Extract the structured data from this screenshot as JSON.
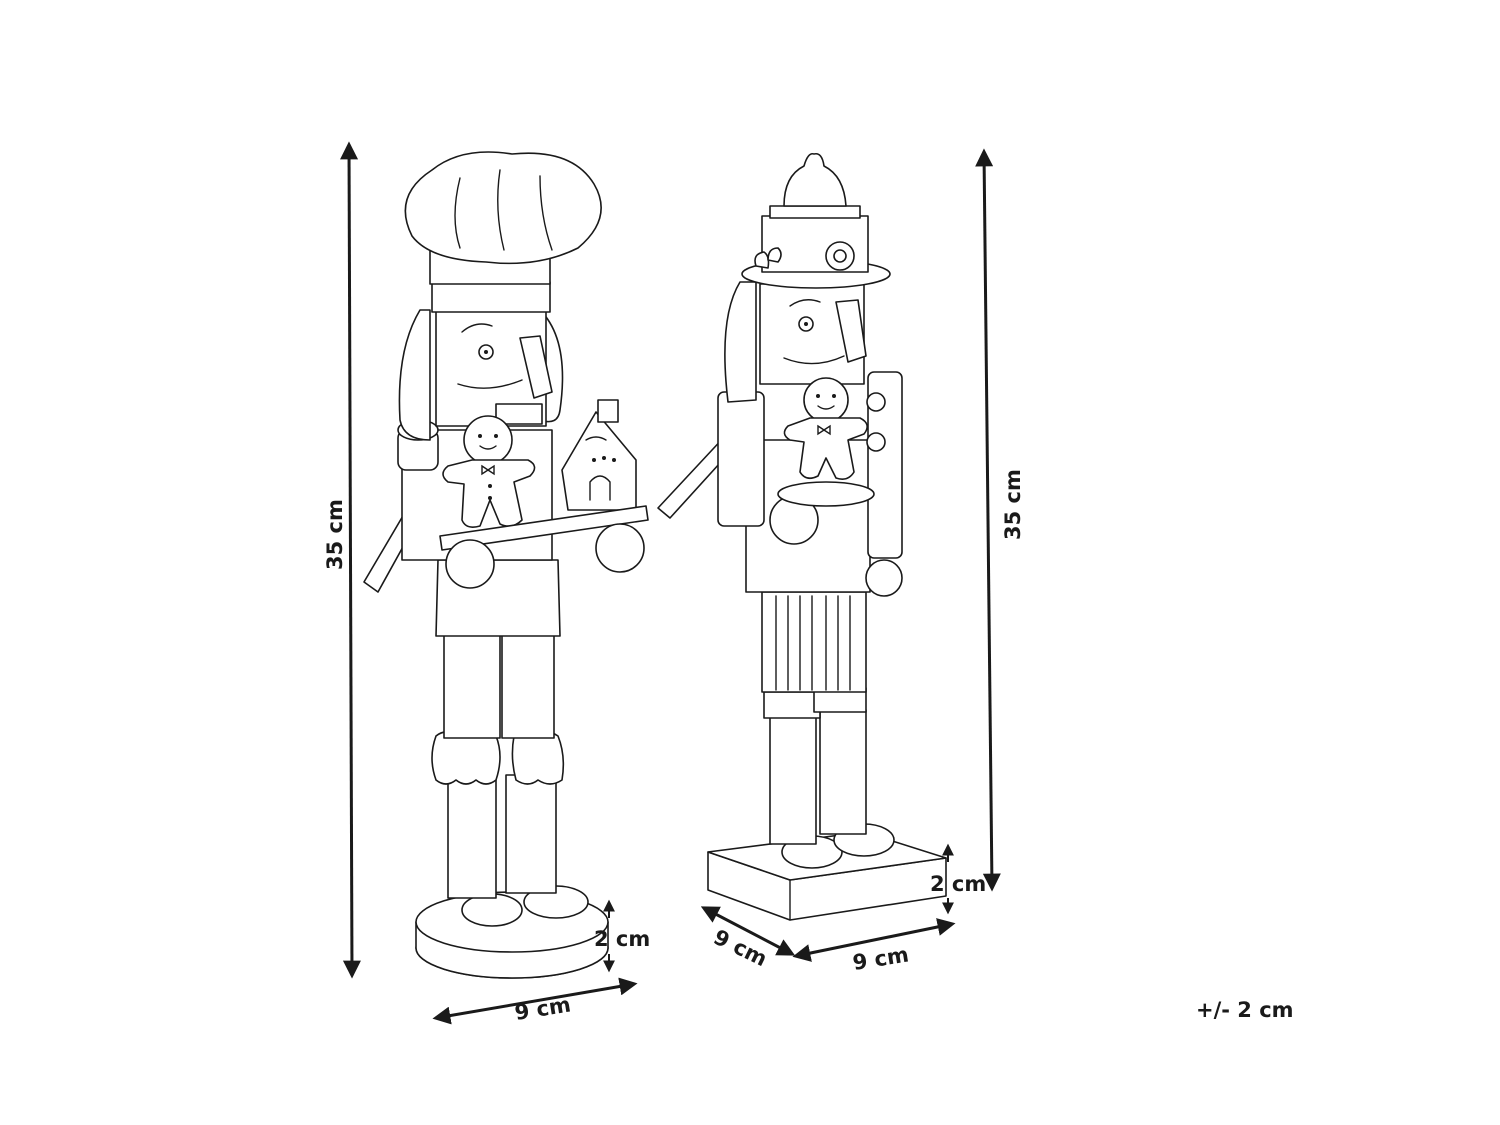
{
  "figure_1": {
    "height_label": "35 cm",
    "base_height_label": "2 cm",
    "base_width_label": "9 cm"
  },
  "figure_2": {
    "height_label": "35 cm",
    "base_height_label": "2 cm",
    "base_depth_label": "9 cm",
    "base_width_label": "9 cm"
  },
  "tolerance_label": "+/- 2 cm",
  "colors": {
    "line": "#1a1a1a",
    "background": "#ffffff"
  }
}
